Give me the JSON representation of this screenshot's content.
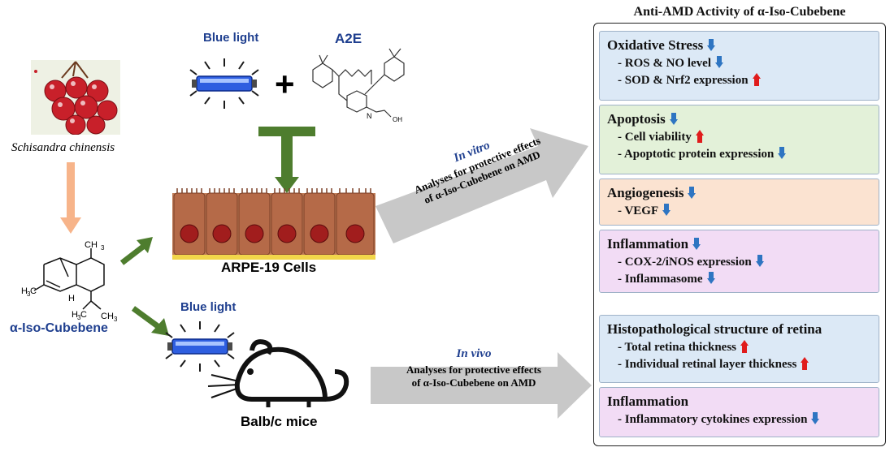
{
  "source": {
    "plant_name": "Schisandra chinensis",
    "compound_name": "α-Iso-Cubebene"
  },
  "in_vitro": {
    "light_label": "Blue light",
    "a2e_label": "A2E",
    "plus_sign": "+",
    "cells_label": "ARPE-19 Cells",
    "method_label": "In vitro",
    "analysis_line1": "Analyses for protective effects",
    "analysis_line2": "of α-Iso-Cubebene on AMD"
  },
  "in_vivo": {
    "light_label": "Blue light",
    "mice_label": "Balb/c mice",
    "method_label": "In vivo",
    "analysis_line1": "Analyses for protective effects",
    "analysis_line2": "of α-Iso-Cubebene on AMD"
  },
  "panel": {
    "title": "Anti-AMD Activity of α-Iso-Cubebene",
    "boxes": [
      {
        "heading": "Oxidative Stress",
        "heading_trend": "down",
        "bg": "#dce9f6",
        "items": [
          {
            "text": "- ROS & NO level",
            "trend": "down"
          },
          {
            "text": "- SOD & Nrf2 expression",
            "trend": "up"
          }
        ]
      },
      {
        "heading": "Apoptosis",
        "heading_trend": "down",
        "bg": "#e3f1d9",
        "items": [
          {
            "text": "- Cell viability",
            "trend": "up"
          },
          {
            "text": "- Apoptotic protein expression",
            "trend": "down"
          }
        ]
      },
      {
        "heading": "Angiogenesis",
        "heading_trend": "down",
        "bg": "#fbe3d1",
        "items": [
          {
            "text": "- VEGF",
            "trend": "down"
          }
        ]
      },
      {
        "heading": "Inflammation",
        "heading_trend": "down",
        "bg": "#f2dcf5",
        "items": [
          {
            "text": "- COX-2/iNOS expression",
            "trend": "down"
          },
          {
            "text": "- Inflammasome",
            "trend": "down"
          }
        ]
      },
      {
        "heading": "Histopathological structure of retina",
        "heading_trend": "",
        "bg": "#dce9f6",
        "items": [
          {
            "text": "- Total retina thickness",
            "trend": "up"
          },
          {
            "text": "- Individual retinal layer thickness",
            "trend": "up"
          }
        ]
      },
      {
        "heading": "Inflammation",
        "heading_trend": "",
        "bg": "#f2dcf5",
        "items": [
          {
            "text": "- Inflammatory cytokines expression",
            "trend": "down"
          }
        ]
      }
    ]
  },
  "colors": {
    "green_arrow": "#4e7d2e",
    "peach_arrow": "#f7b48a",
    "gray_arrow": "#c8c8c8",
    "label_blue": "#1f3f8f",
    "down_arrow": "#2e75c2",
    "up_arrow": "#e01c1c"
  }
}
